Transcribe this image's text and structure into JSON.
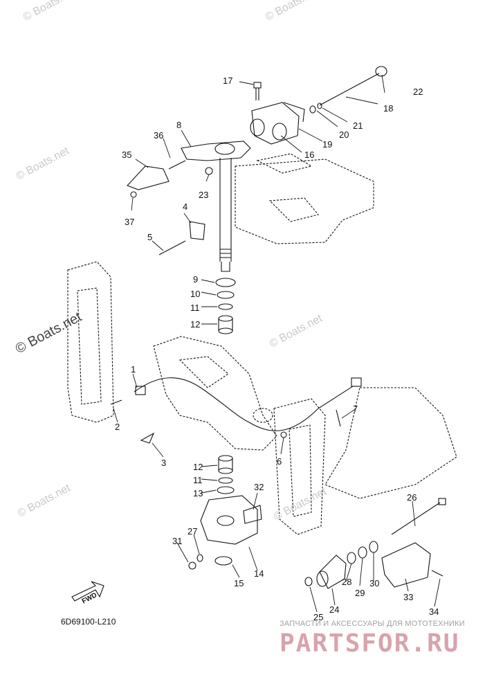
{
  "diagram": {
    "code": "6D69100-L210",
    "fwd_label": "FWD",
    "callouts": [
      {
        "id": "c1",
        "label": "1"
      },
      {
        "id": "c2",
        "label": "2"
      },
      {
        "id": "c3",
        "label": "3"
      },
      {
        "id": "c4",
        "label": "4"
      },
      {
        "id": "c5",
        "label": "5"
      },
      {
        "id": "c6",
        "label": "6"
      },
      {
        "id": "c7",
        "label": "7"
      },
      {
        "id": "c8",
        "label": "8"
      },
      {
        "id": "c9",
        "label": "9"
      },
      {
        "id": "c10",
        "label": "10"
      },
      {
        "id": "c11a",
        "label": "11"
      },
      {
        "id": "c11b",
        "label": "11"
      },
      {
        "id": "c12a",
        "label": "12"
      },
      {
        "id": "c12b",
        "label": "12"
      },
      {
        "id": "c13",
        "label": "13"
      },
      {
        "id": "c14",
        "label": "14"
      },
      {
        "id": "c15",
        "label": "15"
      },
      {
        "id": "c16",
        "label": "16"
      },
      {
        "id": "c17",
        "label": "17"
      },
      {
        "id": "c18",
        "label": "18"
      },
      {
        "id": "c19",
        "label": "19"
      },
      {
        "id": "c20",
        "label": "20"
      },
      {
        "id": "c21",
        "label": "21"
      },
      {
        "id": "c22",
        "label": "22"
      },
      {
        "id": "c23",
        "label": "23"
      },
      {
        "id": "c24",
        "label": "24"
      },
      {
        "id": "c25",
        "label": "25"
      },
      {
        "id": "c26",
        "label": "26"
      },
      {
        "id": "c27",
        "label": "27"
      },
      {
        "id": "c28",
        "label": "28"
      },
      {
        "id": "c29",
        "label": "29"
      },
      {
        "id": "c30",
        "label": "30"
      },
      {
        "id": "c31",
        "label": "31"
      },
      {
        "id": "c32",
        "label": "32"
      },
      {
        "id": "c33",
        "label": "33"
      },
      {
        "id": "c34",
        "label": "34"
      },
      {
        "id": "c35",
        "label": "35"
      },
      {
        "id": "c36",
        "label": "36"
      },
      {
        "id": "c37",
        "label": "37"
      }
    ]
  },
  "watermarks": {
    "site": "© Boats.net"
  },
  "banner": {
    "tagline": "ЗАПЧАСТИ И АКСЕССУАРЫ ДЛЯ МОТОТЕХНИКИ",
    "logo": "PARTSFOR.RU"
  }
}
